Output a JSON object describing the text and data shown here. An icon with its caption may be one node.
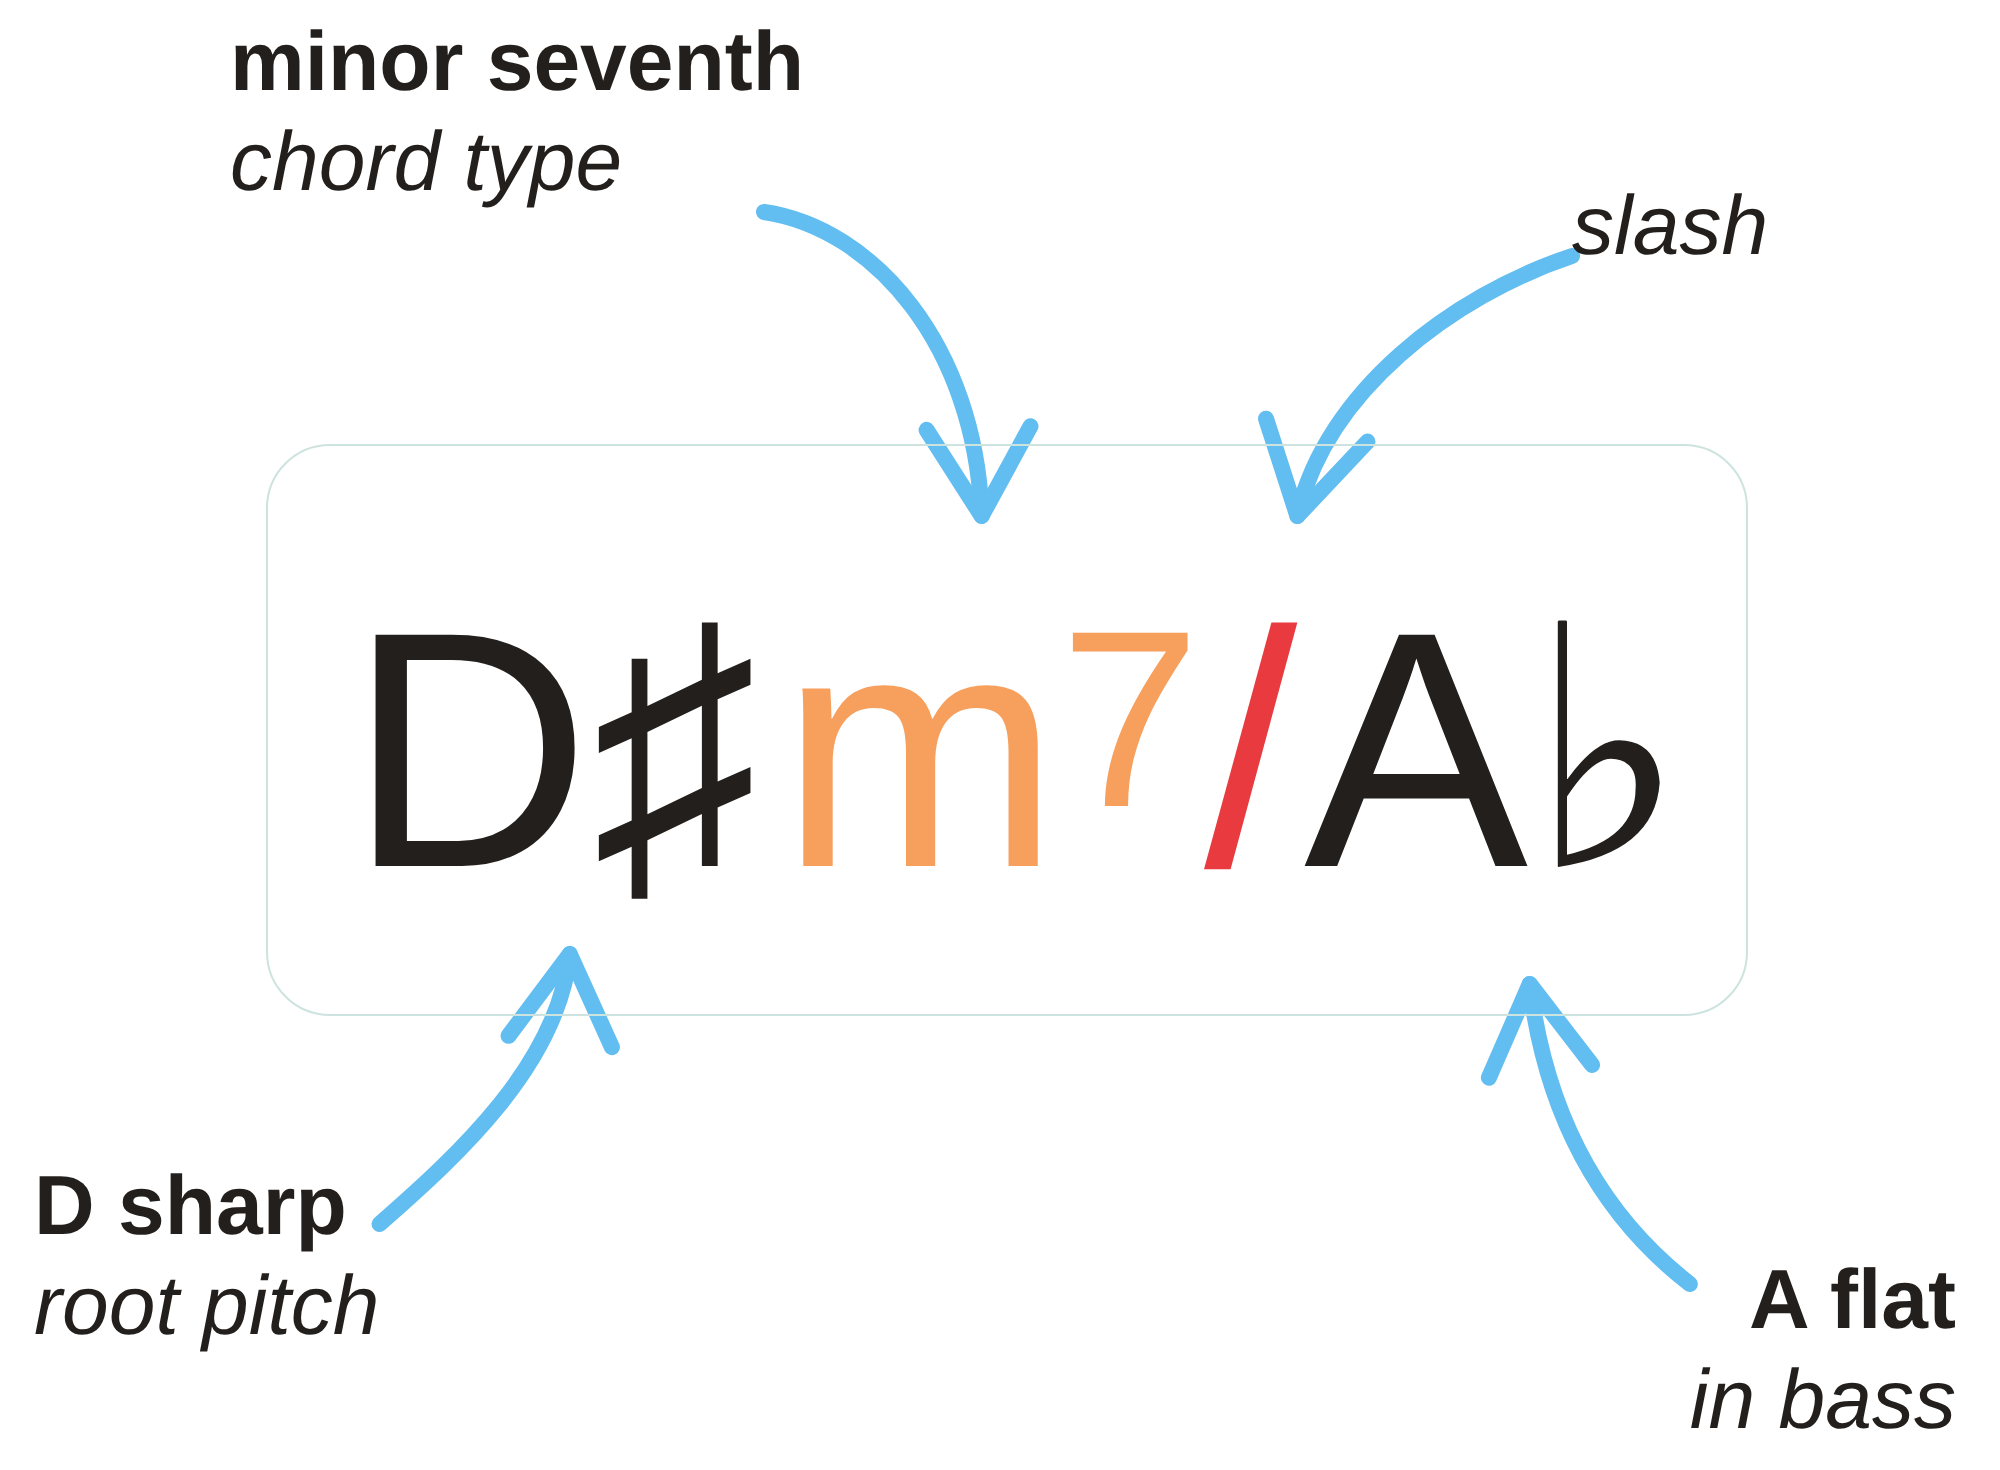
{
  "diagram": {
    "nodes": [
      {
        "text": [
          "minor seventh",
          "chord type"
        ]
      },
      {
        "text": [
          "slash"
        ]
      },
      {
        "text": [],
        "shape": "box"
      },
      {
        "text": [
          "D♯"
        ],
        "in": 2
      },
      {
        "text": [
          "m$^{7}$"
        ],
        "in": 2
      },
      {
        "text": [
          "/"
        ],
        "in": 2
      },
      {
        "text": [
          "A♭"
        ],
        "in": 2
      },
      {
        "text": [
          "D sharp",
          "root pitch"
        ]
      },
      {
        "text": [
          "A flat",
          "in bass"
        ]
      }
    ],
    "edges": [
      {
        "from": 0,
        "to": 4,
        "arrow": "to"
      },
      {
        "from": 1,
        "to": 5,
        "arrow": "to"
      },
      {
        "from": 7,
        "to": 3,
        "arrow": "to"
      },
      {
        "from": 8,
        "to": 6,
        "arrow": "to"
      }
    ]
  }
}
